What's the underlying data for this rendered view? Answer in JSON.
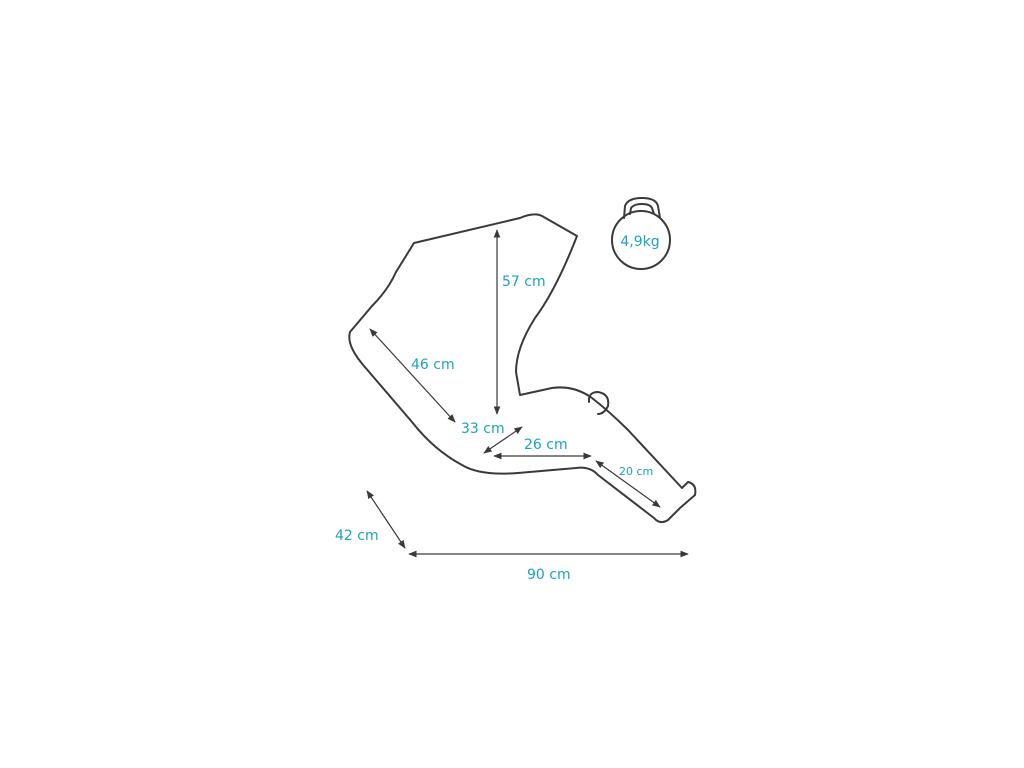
{
  "colors": {
    "outline": "#3a3a3a",
    "label": "#1aa3c0",
    "background": "#ffffff"
  },
  "weight": {
    "icon": "kettlebell-icon",
    "label": "4,9kg"
  },
  "dimensions": {
    "backrest_height": "57 cm",
    "backrest_length": "46 cm",
    "seat_depth": "33 cm",
    "seat_width": "26 cm",
    "footrest_length": "20 cm",
    "overall_width": "42 cm",
    "overall_length": "90 cm"
  }
}
